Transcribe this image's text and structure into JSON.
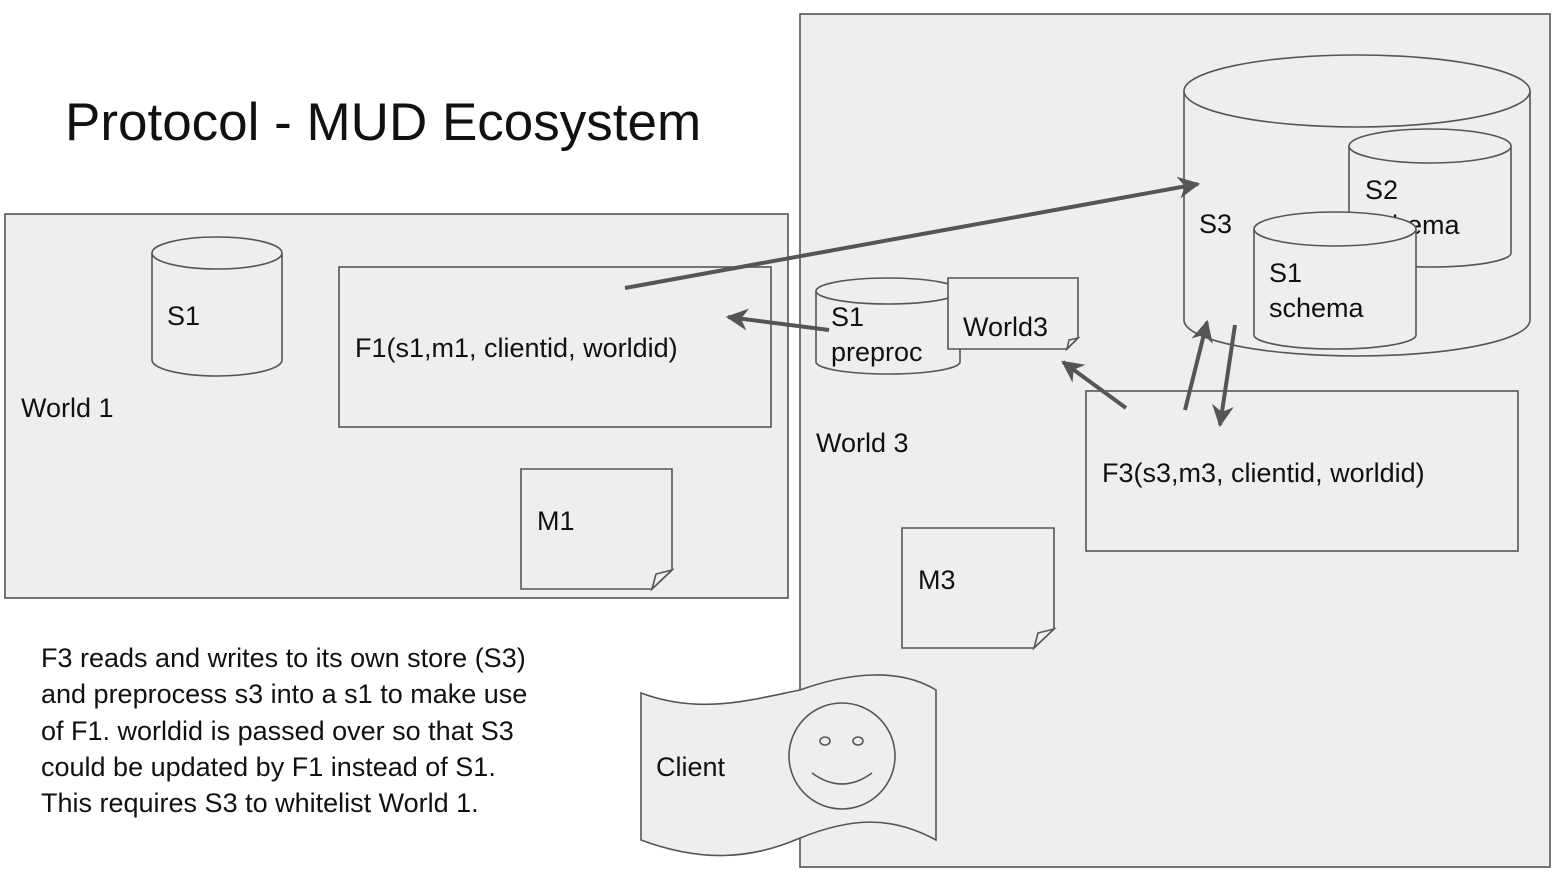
{
  "title": "Protocol - MUD Ecosystem",
  "world1": {
    "label": "World 1",
    "store": "S1",
    "function": "F1(s1,m1, clientid, worldid)",
    "module": "M1"
  },
  "world3": {
    "label": "World 3",
    "store_main": "S3",
    "schema_s2": {
      "line1": "S2",
      "line2": "schema"
    },
    "schema_s1": {
      "line1": "S1",
      "line2": "schema"
    },
    "preproc": {
      "line1": "S1",
      "line2": "preproc"
    },
    "world_doc": "World3",
    "function": "F3(s3,m3, clientid, worldid)",
    "module": "M3"
  },
  "client": {
    "label": "Client"
  },
  "note": {
    "lines": [
      "F3 reads and writes to its own store (S3)",
      "and preprocess s3 into a s1 to make use",
      "of F1. worldid is passed over so that S3",
      "could be updated by F1 instead of S1.",
      "This requires S3 to whitelist World 1."
    ]
  },
  "colors": {
    "fill": "#eeeeee",
    "stroke": "#555555",
    "text": "#111111"
  }
}
